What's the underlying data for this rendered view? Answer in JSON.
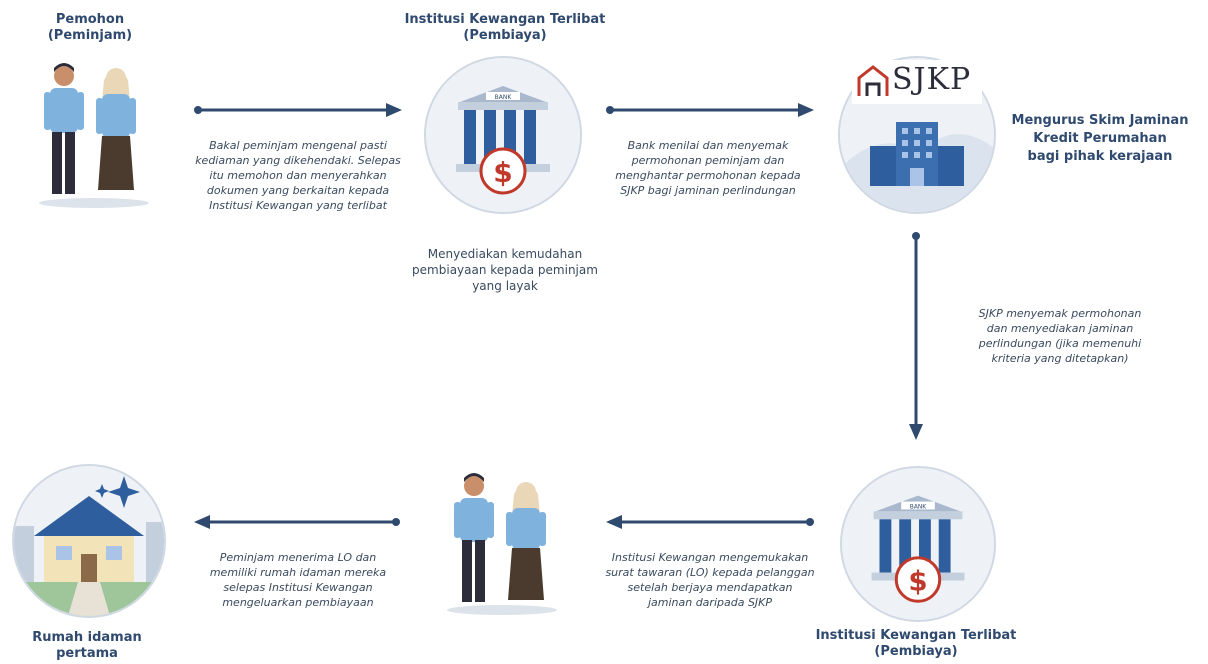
{
  "applicant": {
    "title_line1": "Pemohon",
    "title_line2": "(Peminjam)"
  },
  "fi_top": {
    "title_line1": "Institusi Kewangan Terlibat",
    "title_line2": "(Pembiaya)",
    "bank_sign": "BANK"
  },
  "sjkp": {
    "logo_text": "SJKP",
    "desc_line1": "Mengurus Skim Jaminan",
    "desc_line2": "Kredit Perumahan",
    "desc_line3": "bagi pihak kerajaan"
  },
  "step1": {
    "lines": [
      "Bakal peminjam mengenal pasti",
      "kediaman yang dikehendaki. Selepas",
      "itu memohon dan menyerahkan",
      "dokumen yang berkaitan kepada",
      "Institusi Kewangan yang terlibat"
    ]
  },
  "step2": {
    "lines": [
      "Bank menilai dan menyemak",
      "permohonan peminjam dan",
      "menghantar permohonan kepada",
      "SJKP bagi jaminan perlindungan"
    ]
  },
  "fi_note": {
    "lines": [
      "Menyediakan kemudahan",
      "pembiayaan kepada peminjam",
      "yang layak"
    ]
  },
  "step3": {
    "lines": [
      "SJKP menyemak permohonan",
      "dan menyediakan jaminan",
      "perlindungan (jika memenuhi",
      "kriteria yang ditetapkan)"
    ]
  },
  "step4": {
    "lines": [
      "Institusi Kewangan mengemukakan",
      "surat tawaran (LO) kepada pelanggan",
      "setelah berjaya mendapatkan",
      "jaminan daripada SJKP"
    ]
  },
  "step5": {
    "lines": [
      "Peminjam menerima LO dan",
      "memiliki rumah idaman mereka",
      "selepas Institusi Kewangan",
      "mengeluarkan pembiayaan"
    ]
  },
  "fi_bottom": {
    "title_line1": "Institusi Kewangan Terlibat",
    "title_line2": "(Pembiaya)",
    "bank_sign": "BANK"
  },
  "home": {
    "title_line1": "Rumah idaman",
    "title_line2": "pertama"
  },
  "colors": {
    "navy": "#2f4a6e",
    "accent_red": "#c0392b",
    "arrow": "#2f4a6e"
  }
}
